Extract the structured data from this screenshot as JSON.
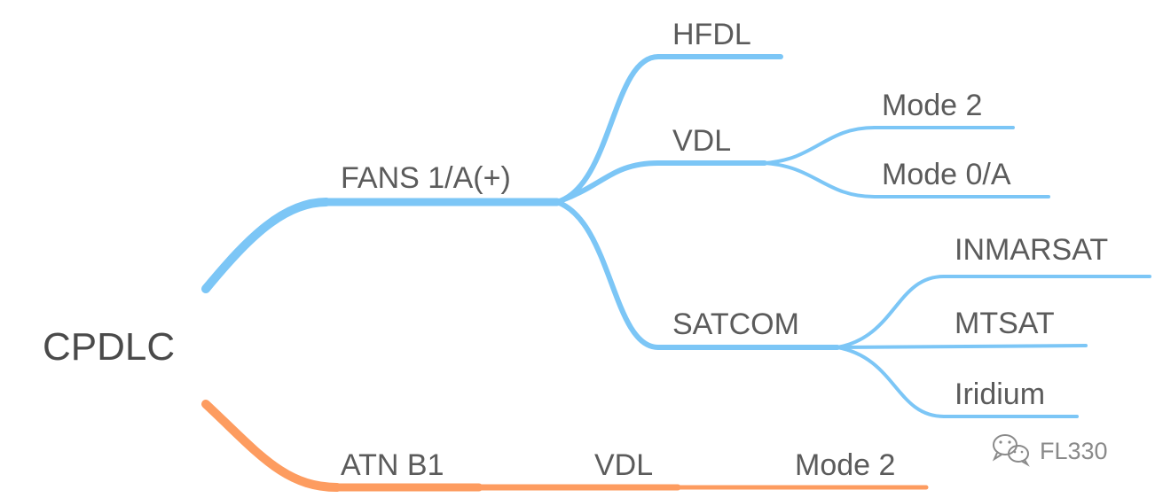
{
  "diagram": {
    "root": {
      "label": "CPDLC"
    },
    "branches": [
      {
        "label": "FANS 1/A(+)",
        "color": "#7cc6f6",
        "children": [
          {
            "label": "HFDL"
          },
          {
            "label": "VDL",
            "children": [
              {
                "label": "Mode 2"
              },
              {
                "label": "Mode 0/A"
              }
            ]
          },
          {
            "label": "SATCOM",
            "children": [
              {
                "label": "INMARSAT"
              },
              {
                "label": "MTSAT"
              },
              {
                "label": "Iridium"
              }
            ]
          }
        ]
      },
      {
        "label": "ATN B1",
        "color": "#fd9c60",
        "children": [
          {
            "label": "VDL",
            "children": [
              {
                "label": "Mode 2"
              }
            ]
          }
        ]
      }
    ]
  },
  "watermark": {
    "icon": "wechat-icon",
    "text": "FL330"
  }
}
